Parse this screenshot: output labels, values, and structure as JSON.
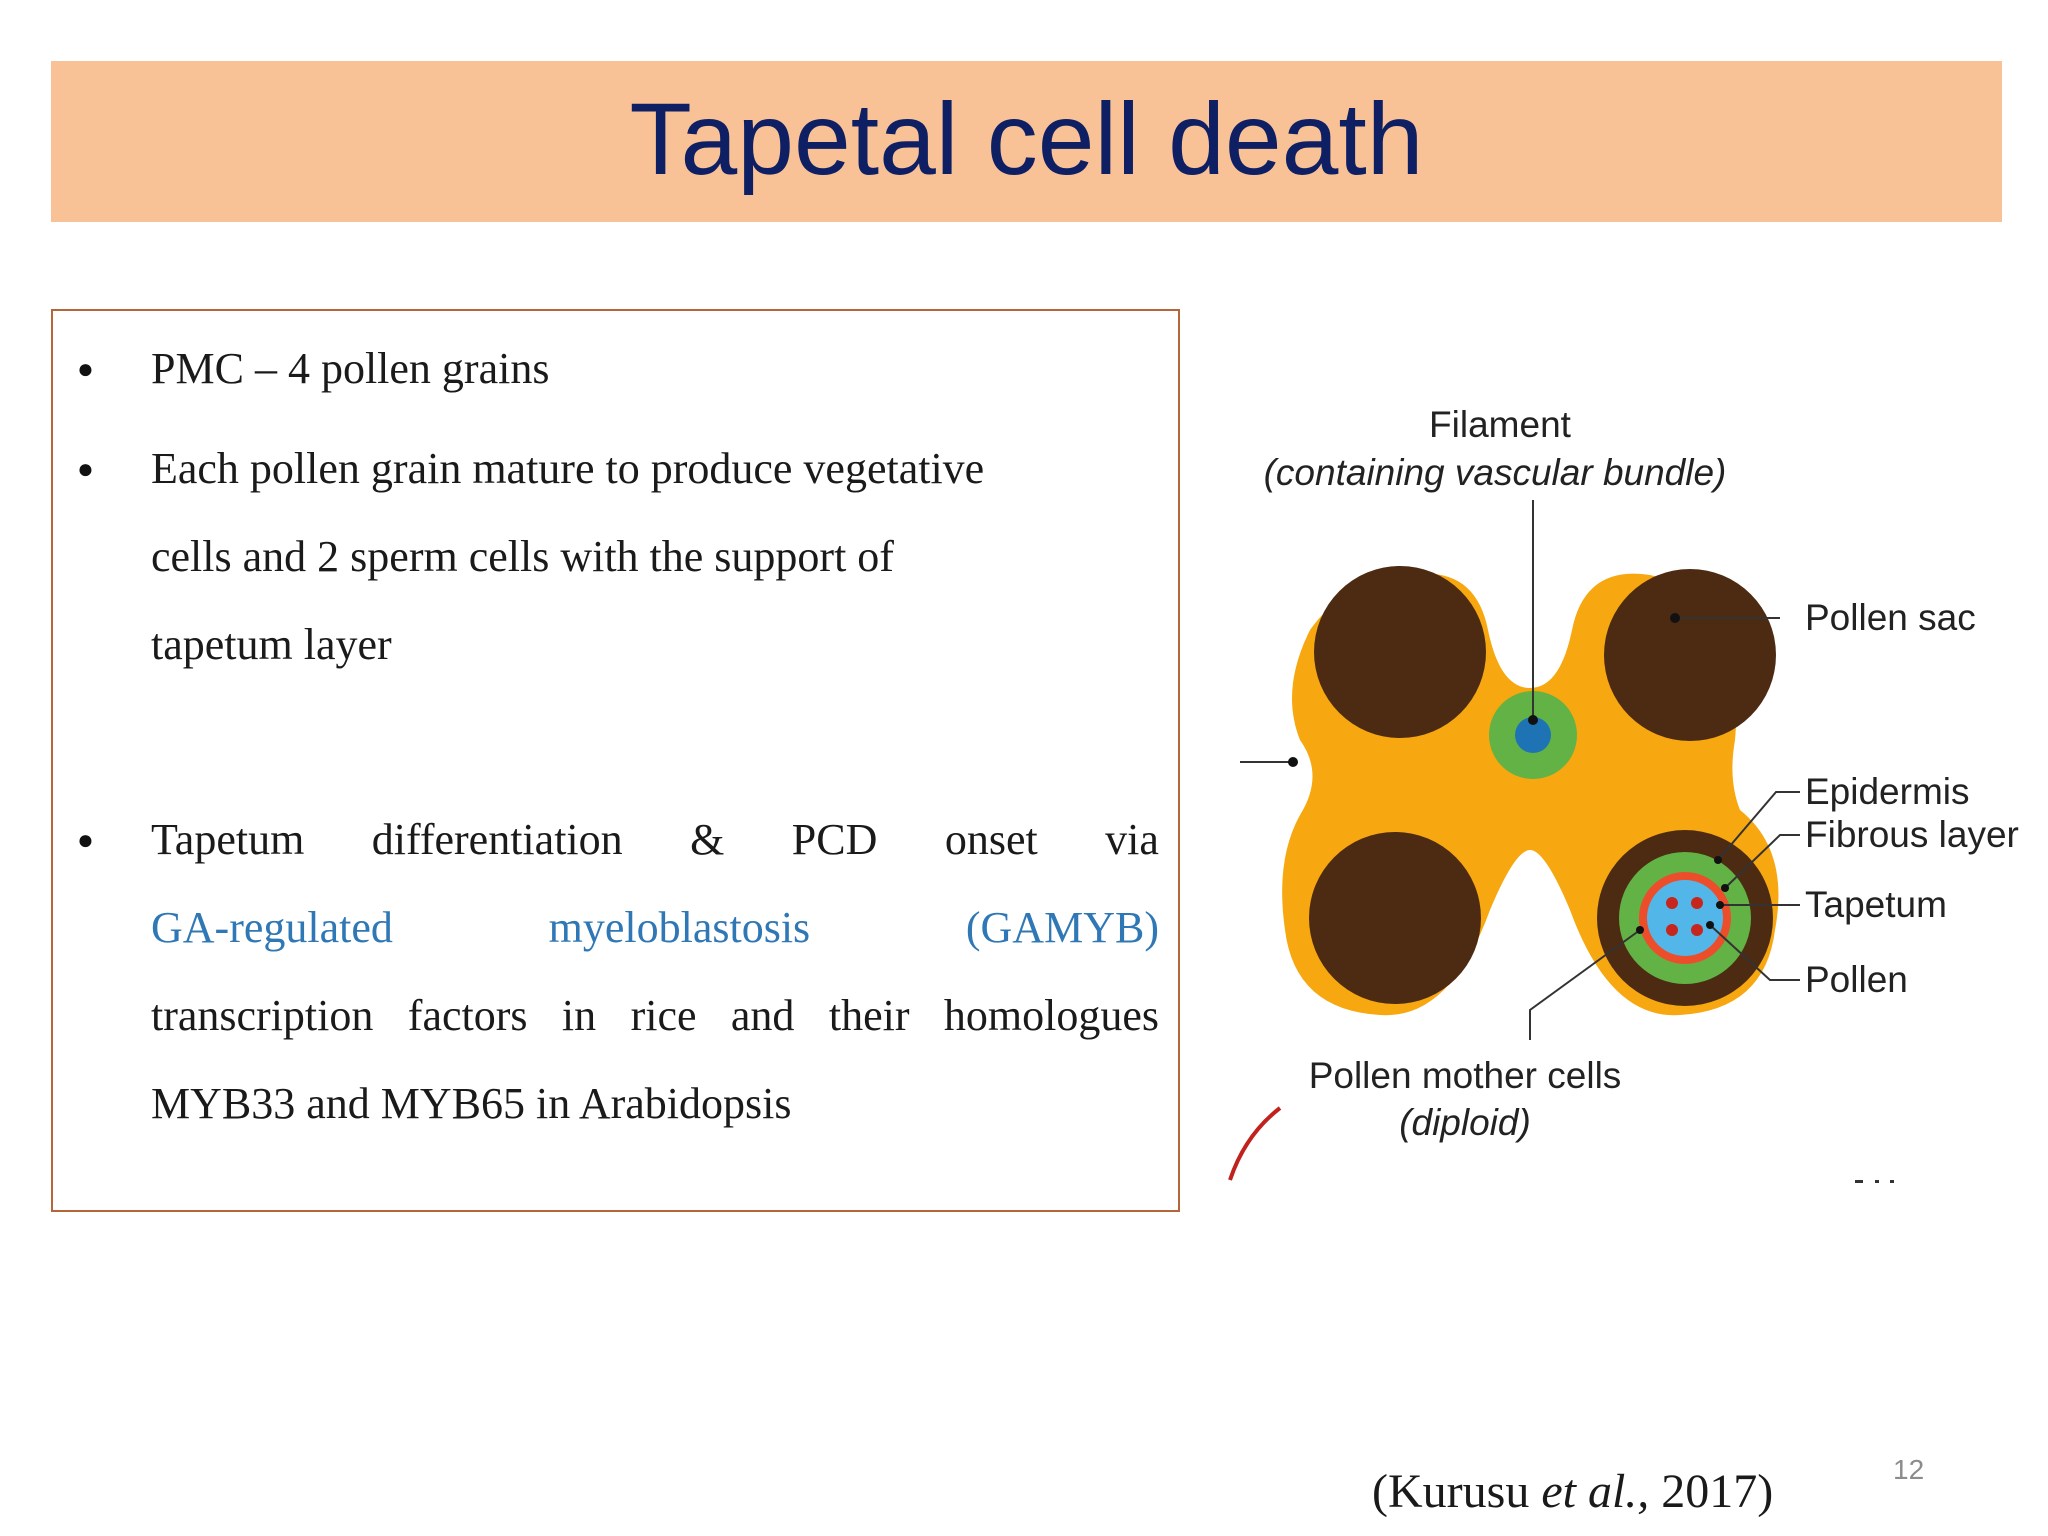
{
  "slide": {
    "title": "Tapetal cell death",
    "page_number": "12",
    "citation": {
      "open": "(Kurusu ",
      "italic": "et al.,",
      "rest": " 2017)"
    }
  },
  "bullets": [
    {
      "lines": [
        "PMC – 4 pollen grains"
      ]
    },
    {
      "lines": [
        "Each pollen grain mature to produce vegetative",
        "cells and 2 sperm cells with the support of",
        "tapetum layer"
      ]
    },
    {
      "line1": [
        "Tapetum",
        "differentiation",
        "&",
        "PCD",
        "onset",
        "via"
      ],
      "line2": [
        "GA-regulated",
        "myeloblastosis",
        "(GAMYB)"
      ],
      "line3": [
        "transcription",
        "factors",
        "in",
        "rice",
        "and",
        "their",
        "homologues"
      ],
      "line4": "MYB33 and MYB65 in Arabidopsis"
    }
  ],
  "diagram": {
    "labels": {
      "filament": "Filament",
      "filament_note": "(containing vascular bundle)",
      "pollen_sac": "Pollen sac",
      "epidermis": "Epidermis",
      "fibrous_layer": "Fibrous layer",
      "tapetum": "Tapetum",
      "pollen": "Pollen",
      "pmc": "Pollen mother cells",
      "pmc_note": "(diploid)"
    },
    "colors": {
      "anther": "#f7a70f",
      "pollen_sac": "#4d2b12",
      "vascular_ring": "#62b245",
      "vascular_core": "#1e73b5",
      "tapetum_ring": "#ec4e2c",
      "pollen_area": "#52b7e8",
      "pollen_dot": "#c7261f",
      "fragment": "#c0221e"
    }
  }
}
